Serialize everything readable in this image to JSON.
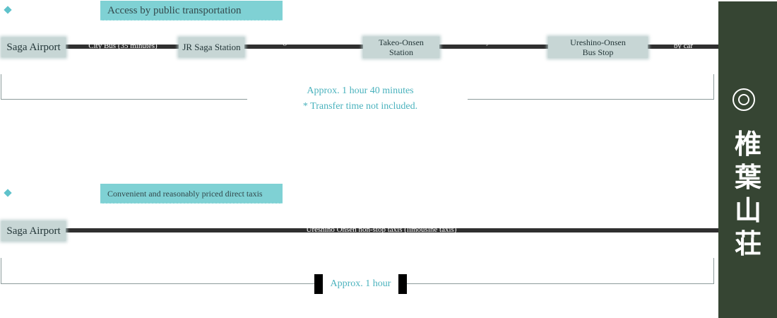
{
  "section1": {
    "heading": "Access by public transportation",
    "stations": {
      "saga_airport": "Saga Airport",
      "jr_saga": "JR Saga Station",
      "takeo_line1": "Takeo-Onsen",
      "takeo_line2": "Station",
      "ureshino_line1": "Ureshino-Onsen",
      "ureshino_line2": "Bus Stop"
    },
    "segments": {
      "city_bus": "City Bus (35 minutes)",
      "nagasaki_line": "Nagasaki Main Line",
      "jr_bus": "JR Kyushu Bus",
      "by_car": "by car"
    },
    "duration": "Approx. 1 hour 40 minutes",
    "note": "* Transfer time not included."
  },
  "section2": {
    "heading": "Convenient and reasonably priced direct taxis",
    "station": "Saga Airport",
    "segment": "Ureshino Onsen non-stop taxis (limousine taxis)",
    "duration": "Approx. 1 hour"
  },
  "sidebar": {
    "brand": "椎葉山荘"
  },
  "colors": {
    "accent": "#5fc2cb",
    "heading_bg": "#7fd1d4",
    "sidebar_bg": "#364533",
    "station_bg": "#c7d6d5"
  }
}
